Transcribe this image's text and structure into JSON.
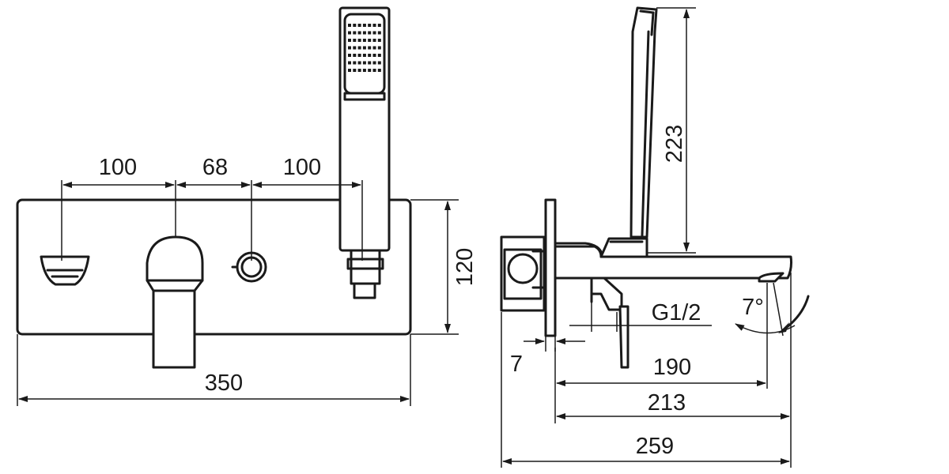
{
  "front_view": {
    "dims": {
      "spacing_left": "100",
      "spacing_mid": "68",
      "spacing_right": "100",
      "height": "120",
      "width": "350"
    }
  },
  "side_view": {
    "dims": {
      "shower_height": "223",
      "thread": "G1/2",
      "angle": "7°",
      "offset": "7",
      "d190": "190",
      "d213": "213",
      "d259": "259"
    }
  }
}
